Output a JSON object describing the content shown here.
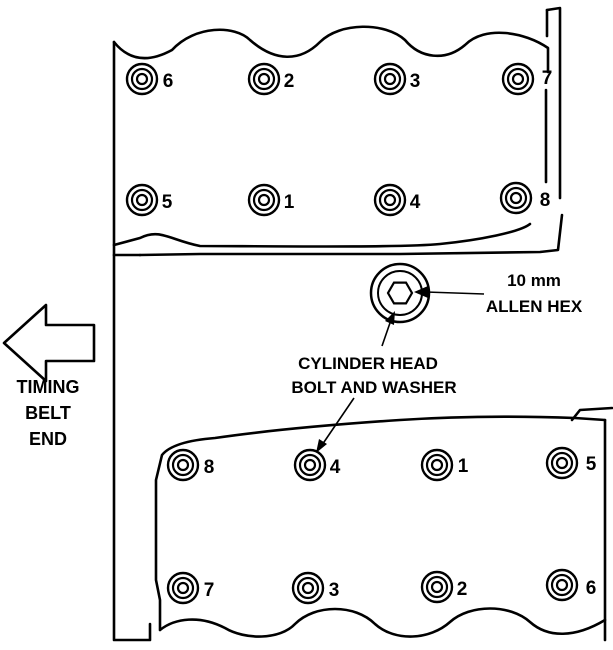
{
  "upper_head": {
    "bolts": [
      {
        "num": "6"
      },
      {
        "num": "2"
      },
      {
        "num": "3"
      },
      {
        "num": "7"
      },
      {
        "num": "5"
      },
      {
        "num": "1"
      },
      {
        "num": "4"
      },
      {
        "num": "8"
      }
    ]
  },
  "lower_head": {
    "bolts": [
      {
        "num": "8"
      },
      {
        "num": "4"
      },
      {
        "num": "1"
      },
      {
        "num": "5"
      },
      {
        "num": "7"
      },
      {
        "num": "3"
      },
      {
        "num": "2"
      },
      {
        "num": "6"
      }
    ]
  },
  "labels": {
    "allen_line1": "10 mm",
    "allen_line2": "ALLEN HEX",
    "bolt_line1": "CYLINDER HEAD",
    "bolt_line2": "BOLT AND WASHER",
    "timing_line1": "TIMING",
    "timing_line2": "BELT",
    "timing_line3": "END"
  },
  "icons": [
    "bolt-icon",
    "allen-hex-bolt-icon",
    "left-arrow-icon"
  ]
}
